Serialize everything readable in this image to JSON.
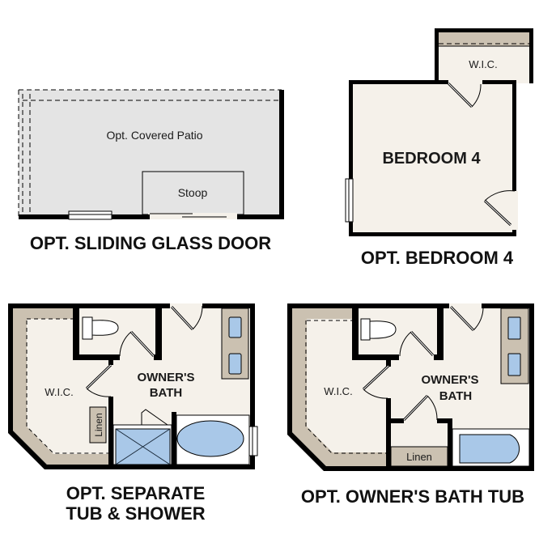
{
  "plans": [
    {
      "id": "sliding-glass-door",
      "caption": "OPT. SLIDING GLASS DOOR",
      "rooms": {
        "patio": "Opt. Covered Patio",
        "stoop": "Stoop"
      }
    },
    {
      "id": "bedroom-4",
      "caption": "OPT. BEDROOM 4",
      "rooms": {
        "bedroom": "BEDROOM 4",
        "closet": "W.I.C."
      }
    },
    {
      "id": "separate-tub-shower",
      "caption_line1": "OPT. SEPARATE",
      "caption_line2": "TUB & SHOWER",
      "rooms": {
        "closet": "W.I.C.",
        "bath_line1": "OWNER'S",
        "bath_line2": "BATH",
        "linen": "Linen"
      }
    },
    {
      "id": "owners-bath-tub",
      "caption": "OPT. OWNER'S BATH TUB",
      "rooms": {
        "closet": "W.I.C.",
        "bath_line1": "OWNER'S",
        "bath_line2": "BATH",
        "linen": "Linen"
      }
    }
  ],
  "colors": {
    "wall": "#000000",
    "floor": "#f5f1ea",
    "patio": "#e4e4e4",
    "closet_shelf": "#cbc1b1",
    "fixture_blue": "#a9c8e8"
  }
}
